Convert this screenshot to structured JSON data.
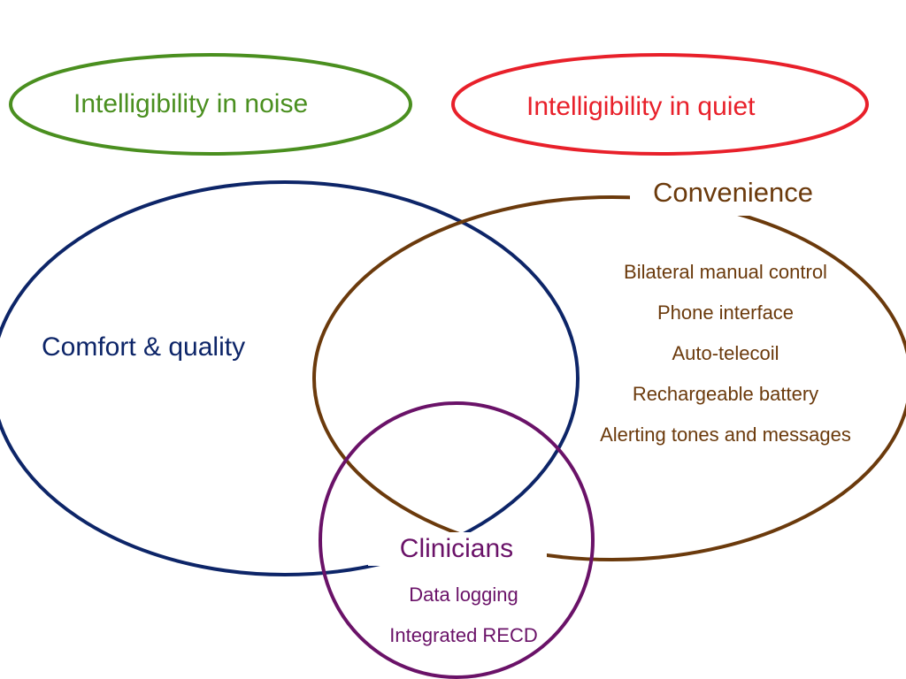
{
  "colors": {
    "noise": "#4a8f1f",
    "quiet": "#e8202a",
    "comfort": "#0d2568",
    "convenience": "#6b3a0c",
    "clinicians": "#6a1268"
  },
  "noise": {
    "label": "Intelligibility in noise"
  },
  "quiet": {
    "label": "Intelligibility in quiet"
  },
  "comfort": {
    "label": "Comfort & quality"
  },
  "convenience": {
    "label": "Convenience",
    "items": [
      "Bilateral manual control",
      "Phone interface",
      "Auto-telecoil",
      "Rechargeable battery",
      "Alerting tones and messages"
    ]
  },
  "clinicians": {
    "label": "Clinicians",
    "items": [
      "Data logging",
      "Integrated RECD"
    ]
  }
}
